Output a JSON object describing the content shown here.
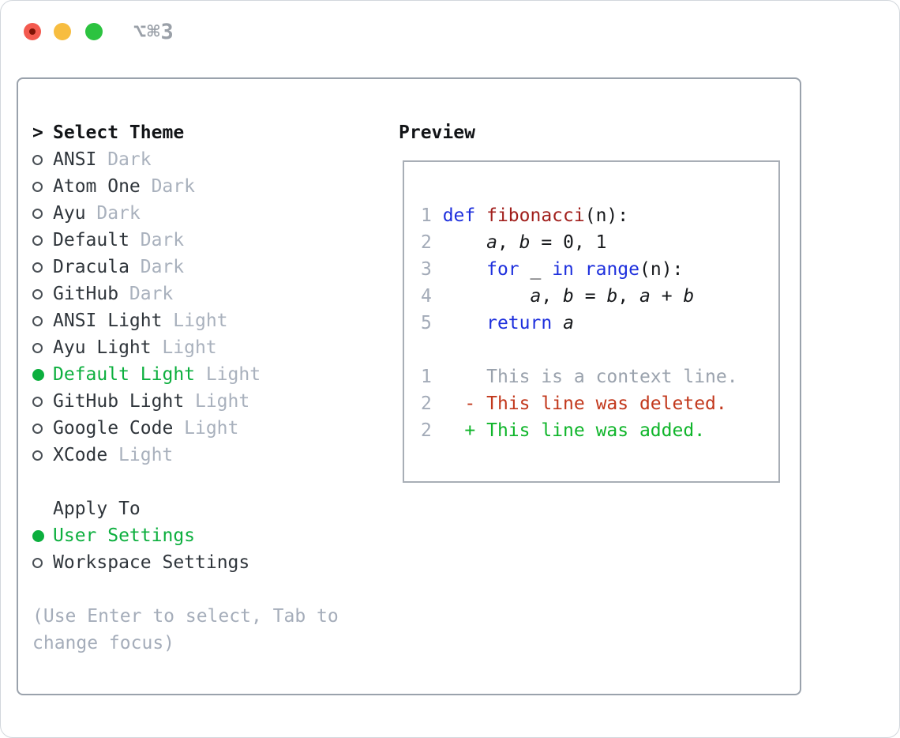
{
  "window": {
    "title": "⌥⌘3",
    "traffic_lights": [
      "close",
      "minimize",
      "zoom"
    ]
  },
  "colors": {
    "accent_green": "#0caf3e",
    "diff_add_green": "#0fb52a",
    "diff_del_red": "#c2381c",
    "keyword_blue": "#1d2fdd",
    "function_red": "#a11f1c",
    "muted_gray": "#a9b1bd"
  },
  "theme_panel": {
    "cursor": ">",
    "header": "Select Theme",
    "items": [
      {
        "name": "ANSI",
        "tag": "Dark",
        "selected": false
      },
      {
        "name": "Atom One",
        "tag": "Dark",
        "selected": false
      },
      {
        "name": "Ayu",
        "tag": "Dark",
        "selected": false
      },
      {
        "name": "Default",
        "tag": "Dark",
        "selected": false
      },
      {
        "name": "Dracula",
        "tag": "Dark",
        "selected": false
      },
      {
        "name": "GitHub",
        "tag": "Dark",
        "selected": false
      },
      {
        "name": "ANSI Light",
        "tag": "Light",
        "selected": false
      },
      {
        "name": "Ayu Light",
        "tag": "Light",
        "selected": false
      },
      {
        "name": "Default Light",
        "tag": "Light",
        "selected": true
      },
      {
        "name": "GitHub Light",
        "tag": "Light",
        "selected": false
      },
      {
        "name": "Google Code",
        "tag": "Light",
        "selected": false
      },
      {
        "name": "XCode",
        "tag": "Light",
        "selected": false
      }
    ],
    "apply_to": {
      "header": "Apply To",
      "items": [
        {
          "name": "User Settings",
          "selected": true
        },
        {
          "name": "Workspace Settings",
          "selected": false
        }
      ]
    },
    "help": "(Use Enter to select, Tab to change focus)"
  },
  "preview": {
    "header": "Preview",
    "code_lines": [
      {
        "tokens": [
          {
            "t": "1 ",
            "c": "num"
          },
          {
            "t": "def ",
            "c": "kw"
          },
          {
            "t": "fibonacci",
            "c": "fn"
          },
          {
            "t": "(n):",
            "c": "pl"
          }
        ]
      },
      {
        "tokens": [
          {
            "t": "2",
            "c": "num"
          },
          {
            "t": "     ",
            "c": "pl"
          },
          {
            "t": "a",
            "c": "var"
          },
          {
            "t": ", ",
            "c": "pl"
          },
          {
            "t": "b",
            "c": "var"
          },
          {
            "t": " = 0, 1",
            "c": "pl"
          }
        ]
      },
      {
        "tokens": [
          {
            "t": "3",
            "c": "num"
          },
          {
            "t": "     ",
            "c": "pl"
          },
          {
            "t": "for",
            "c": "kw"
          },
          {
            "t": " _ ",
            "c": "pl"
          },
          {
            "t": "in",
            "c": "kw"
          },
          {
            "t": " ",
            "c": "pl"
          },
          {
            "t": "range",
            "c": "kw"
          },
          {
            "t": "(n):",
            "c": "pl"
          }
        ]
      },
      {
        "tokens": [
          {
            "t": "4",
            "c": "num"
          },
          {
            "t": "         ",
            "c": "pl"
          },
          {
            "t": "a",
            "c": "var"
          },
          {
            "t": ", ",
            "c": "pl"
          },
          {
            "t": "b",
            "c": "var"
          },
          {
            "t": " = ",
            "c": "pl"
          },
          {
            "t": "b",
            "c": "var"
          },
          {
            "t": ", ",
            "c": "pl"
          },
          {
            "t": "a",
            "c": "var"
          },
          {
            "t": " + ",
            "c": "pl"
          },
          {
            "t": "b",
            "c": "var"
          }
        ]
      },
      {
        "tokens": [
          {
            "t": "5",
            "c": "num"
          },
          {
            "t": "     ",
            "c": "pl"
          },
          {
            "t": "return",
            "c": "kw"
          },
          {
            "t": " ",
            "c": "pl"
          },
          {
            "t": "a",
            "c": "var"
          }
        ]
      },
      {
        "tokens": []
      },
      {
        "tokens": [
          {
            "t": "1",
            "c": "num"
          },
          {
            "t": "     This is a context line.",
            "c": "ctx"
          }
        ]
      },
      {
        "tokens": [
          {
            "t": "2",
            "c": "num"
          },
          {
            "t": "   ",
            "c": "pl"
          },
          {
            "t": "- This line was deleted.",
            "c": "del"
          }
        ]
      },
      {
        "tokens": [
          {
            "t": "2",
            "c": "num"
          },
          {
            "t": "   ",
            "c": "pl"
          },
          {
            "t": "+ This line was added.",
            "c": "add"
          }
        ]
      }
    ]
  }
}
